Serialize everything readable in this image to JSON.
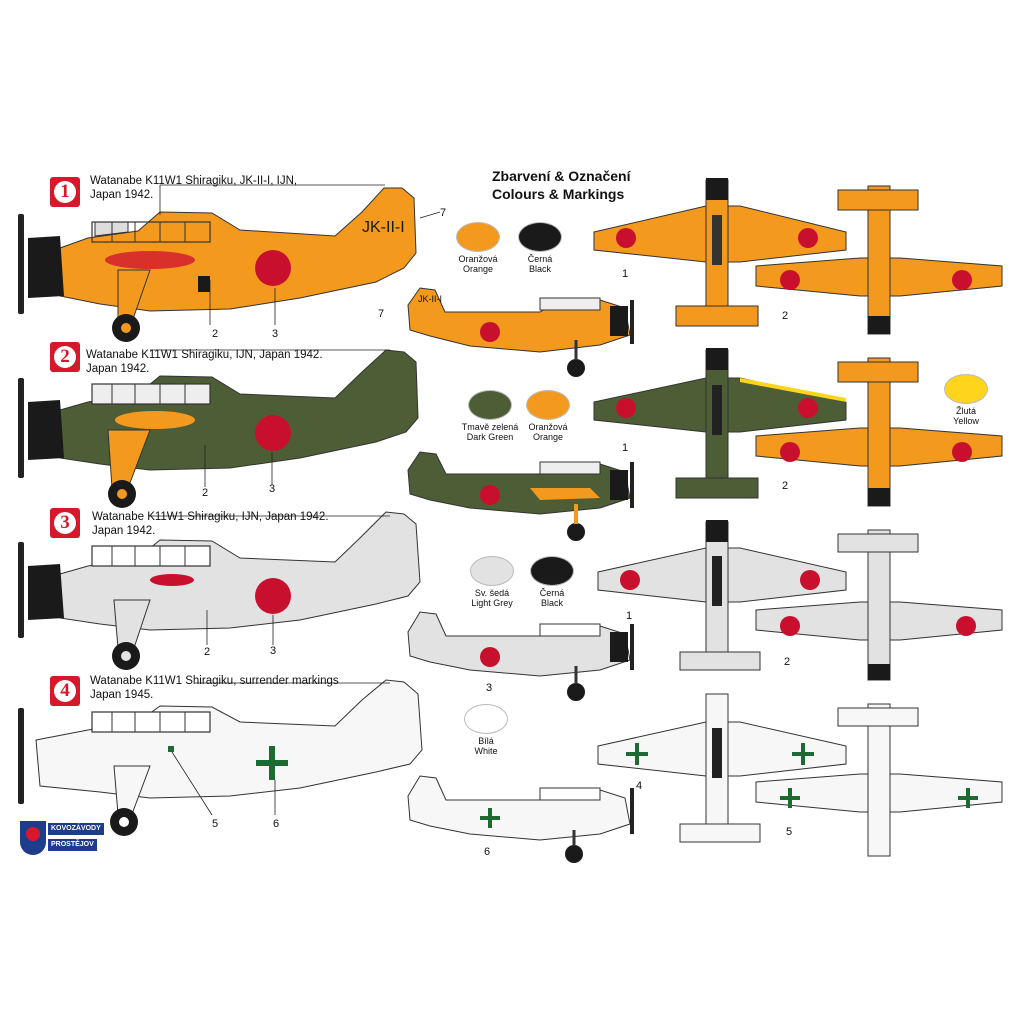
{
  "title": {
    "czech": "Zbarvení & Označení",
    "english": "Colours & Markings"
  },
  "schemes": [
    {
      "number": "1",
      "caption_line1": "Watanabe K11W1 Shiragiku, JK-II-I, IJN,",
      "caption_line2": "Japan 1942."
    },
    {
      "number": "2",
      "caption_line1": "Watanabe K11W1 Shiragiku, IJN, Japan 1942.",
      "caption_line2": "Japan 1942."
    },
    {
      "number": "3",
      "caption_line1": "Watanabe K11W1 Shiragiku, IJN, Japan 1942.",
      "caption_line2": "Japan 1942."
    },
    {
      "number": "4",
      "caption_line1": "Watanabe K11W1 Shiragiku, surrender markings",
      "caption_line2": "Japan 1945."
    }
  ],
  "swatches": [
    {
      "czech": "Oranžová",
      "english": "Orange",
      "color": "#f39a1e"
    },
    {
      "czech": "Černá",
      "english": "Black",
      "color": "#1a1a1a"
    },
    {
      "czech": "Tmavě zelená",
      "english": "Dark Green",
      "color": "#4d5e36"
    },
    {
      "czech": "Oranžová",
      "english": "Orange",
      "color": "#f39a1e"
    },
    {
      "czech": "Žlutá",
      "english": "Yellow",
      "color": "#ffd41c"
    },
    {
      "czech": "Sv. šedá",
      "english": "Light Grey",
      "color": "#e2e2e2"
    },
    {
      "czech": "Černá",
      "english": "Black",
      "color": "#1a1a1a"
    },
    {
      "czech": "Bílá",
      "english": "White",
      "color": "#ffffff"
    }
  ],
  "aircraft_code": "JK-II-I",
  "callouts": {
    "p1_a": "2",
    "p1_b": "3",
    "p1_c": "7",
    "s1_a": "7",
    "p2_a": "2",
    "p2_b": "3",
    "p3_a": "2",
    "p3_b": "3",
    "s3_a": "3",
    "p4_a": "5",
    "p4_b": "6",
    "s4_a": "6",
    "t1_a": "1",
    "t1_b": "2",
    "t2_a": "1",
    "t2_b": "2",
    "t3_a": "1",
    "t3_b": "2",
    "t4_a": "4",
    "t4_b": "5"
  },
  "logo": {
    "top": "KOVOZÁVODY",
    "bottom": "PROSTĚJOV"
  },
  "colors": {
    "orange": "#f39a1e",
    "dark_green": "#4d5e36",
    "light_grey": "#e2e2e2",
    "white": "#f7f7f7",
    "hinomaru": "#c8102e",
    "cross_green": "#1d6a33",
    "yellow": "#ffd41c",
    "black": "#1a1a1a"
  }
}
